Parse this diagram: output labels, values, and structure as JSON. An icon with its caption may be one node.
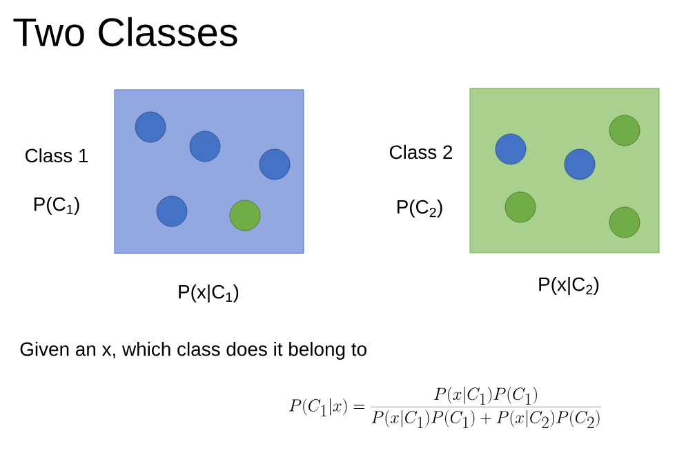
{
  "diagram": {
    "title": "Two Classes",
    "nodes": [
      {
        "text": [],
        "shape": "box",
        "beside": [
          "Class 1",
          "P(C$_{1}$)",
          "P(x|C$_{1}$)"
        ]
      },
      {
        "text": [],
        "shape": "circle",
        "in": 0
      },
      {
        "text": [],
        "shape": "circle",
        "in": 0
      },
      {
        "text": [],
        "shape": "circle",
        "in": 0
      },
      {
        "text": [],
        "shape": "circle",
        "in": 0
      },
      {
        "text": [],
        "shape": "circle",
        "in": 0
      },
      {
        "text": [],
        "shape": "box",
        "beside": [
          "Class 2",
          "P(C$_{2}$)",
          "P(x|C$_{2}$)"
        ]
      },
      {
        "text": [],
        "shape": "circle",
        "in": 6
      },
      {
        "text": [],
        "shape": "circle",
        "in": 6
      },
      {
        "text": [],
        "shape": "circle",
        "in": 6
      },
      {
        "text": [],
        "shape": "circle",
        "in": 6
      },
      {
        "text": [],
        "shape": "circle",
        "in": 6
      }
    ],
    "labels": [
      "Given an x, which class does it belong to",
      "P(C_1|x) = \\frac{P(x|C_1)P(C_1)}{P(x|C_1)P(C_1)+P(x|C_2)P(C_2)}"
    ]
  }
}
